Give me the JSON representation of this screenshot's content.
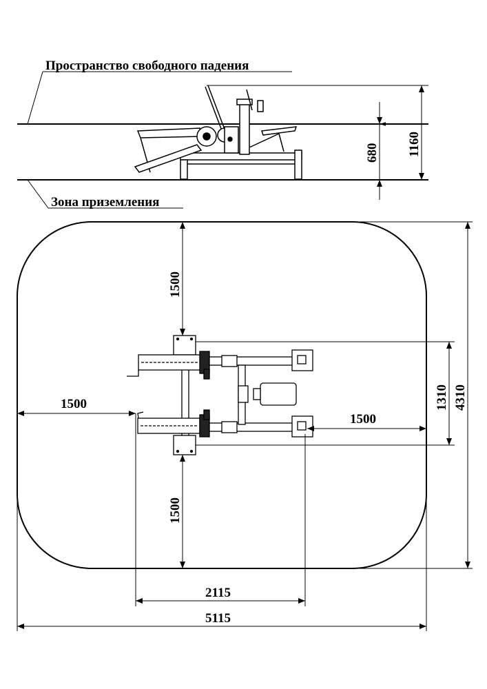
{
  "labels": {
    "fall_space": "Пространство свободного падения",
    "landing_zone": "Зона приземления"
  },
  "dimensions": {
    "height_low": "680",
    "height_high": "1160",
    "top_clearance": "1500",
    "bottom_clearance": "1500",
    "left_clearance": "1500",
    "right_clearance": "1500",
    "equipment_depth": "1310",
    "total_depth": "4310",
    "equipment_length": "2115",
    "total_length": "5115"
  }
}
